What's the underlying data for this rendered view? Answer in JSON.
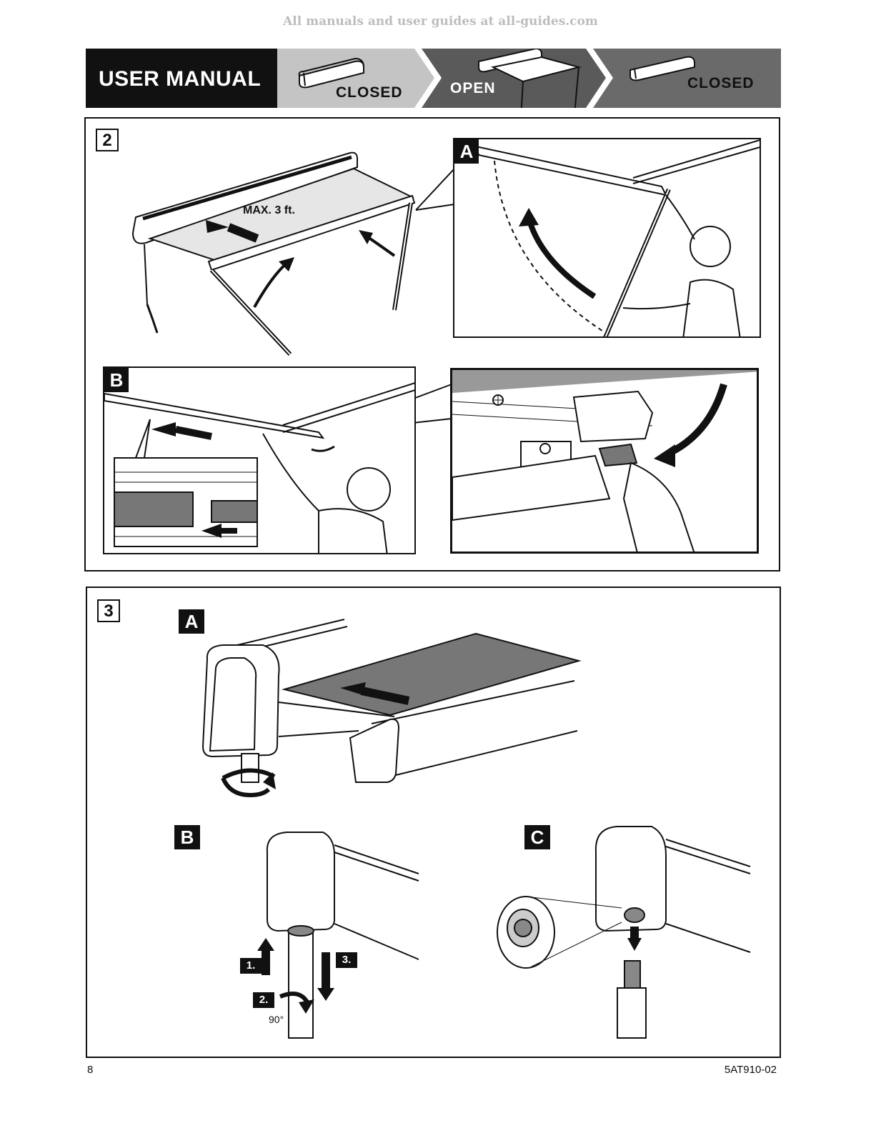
{
  "watermark": "All manuals and user guides at all-guides.com",
  "header": {
    "title": "USER MANUAL",
    "steps": [
      "CLOSED",
      "OPEN",
      "CLOSED"
    ]
  },
  "section2": {
    "number": "2",
    "max_label": "MAX. 3 ft.",
    "sub_a": "A",
    "sub_b": "B"
  },
  "section3": {
    "number": "3",
    "sub_a": "A",
    "sub_b": "B",
    "sub_c": "C",
    "step_labels": [
      "1.",
      "2.",
      "3."
    ],
    "angle": "90°"
  },
  "footer": {
    "page": "8",
    "doc_code": "5AT910-02"
  },
  "colors": {
    "black": "#111111",
    "dark_gray": "#555555",
    "mid_gray": "#8a8a8a",
    "light_gray": "#c4c4c4",
    "fabric_gray": "#777777"
  }
}
